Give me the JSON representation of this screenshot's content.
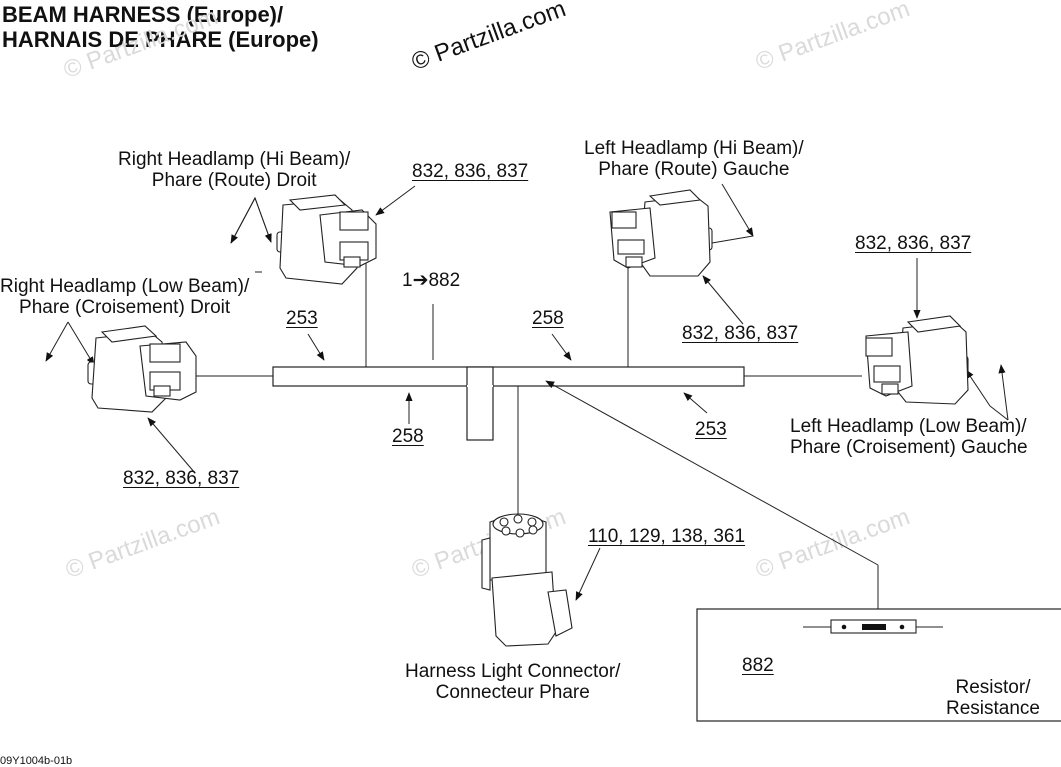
{
  "title": {
    "line1": "BEAM HARNESS (Europe)/",
    "line2": "HARNAIS DE PHARE (Europe)"
  },
  "watermarks": {
    "main": "© Partzilla.com",
    "faint": "© Partzilla.com"
  },
  "labels": {
    "right_hi": {
      "line1": "Right Headlamp (Hi Beam)/",
      "line2": "Phare (Route) Droit"
    },
    "left_hi": {
      "line1": "Left Headlamp (Hi Beam)/",
      "line2": "Phare (Route) Gauche"
    },
    "right_low": {
      "line1": "Right Headlamp (Low Beam)/",
      "line2": "Phare (Croisement) Droit"
    },
    "left_low": {
      "line1": "Left Headlamp (Low Beam)/",
      "line2": "Phare (Croisement) Gauche"
    },
    "connector": {
      "line1": "Harness Light Connector/",
      "line2": "Connecteur Phare"
    },
    "resistor": {
      "line1": "Resistor/",
      "line2": "Resistance"
    }
  },
  "refs": {
    "right_hi": "832, 836, 837",
    "left_hi": "832, 836, 837",
    "left_low": "832, 836, 837",
    "right_low": "832, 836, 837",
    "branch_left_top": "253",
    "branch_right_top": "258",
    "branch_left_bottom": "258",
    "branch_right_bottom": "253",
    "harness": "1➔882",
    "connector": "110, 129, 138, 361",
    "resistor": "882"
  },
  "diagram_code": "09Y1004b-01b"
}
